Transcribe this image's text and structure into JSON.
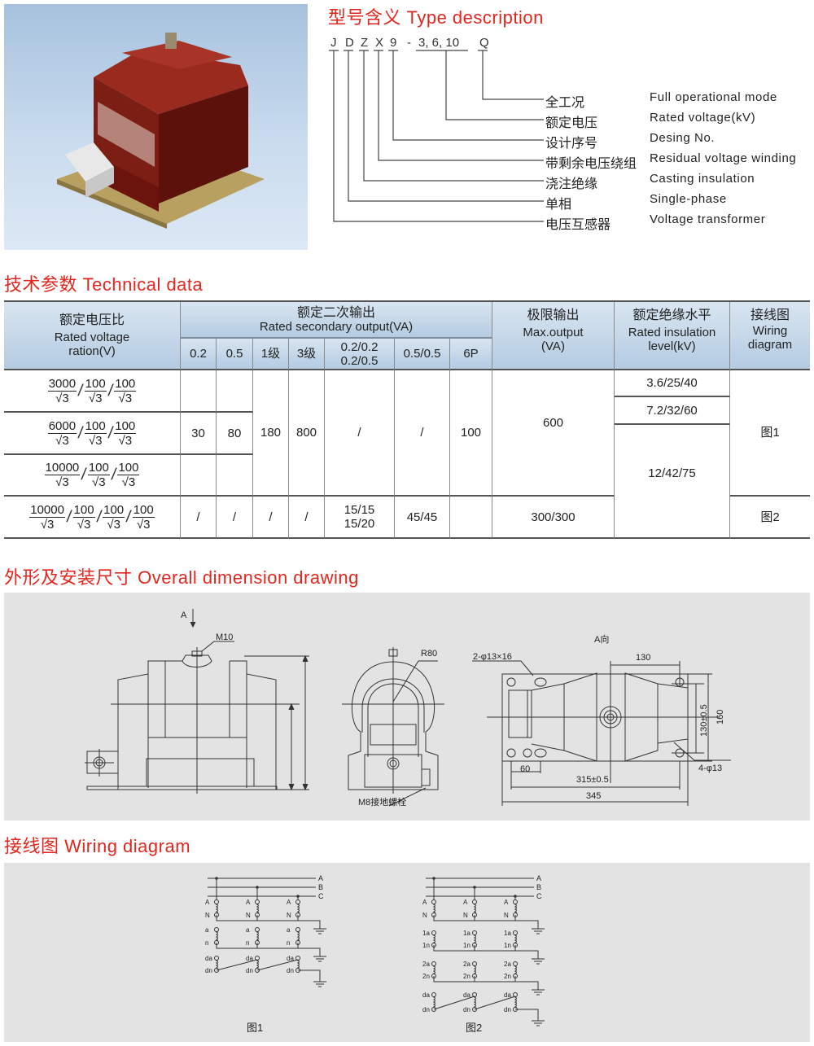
{
  "sections": {
    "type_description": "型号含义 Type description",
    "technical_data": "技术参数 Technical data",
    "dimension": "外形及安装尺寸 Overall dimension drawing",
    "wiring": "接线图 Wiring diagram"
  },
  "type_code": {
    "letters": [
      "J",
      "D",
      "Z",
      "X",
      "9",
      "-",
      "3, 6, 10",
      "Q"
    ],
    "meanings": [
      {
        "zh": "全工况",
        "en": "Full operational mode"
      },
      {
        "zh": "额定电压",
        "en": "Rated voltage(kV)"
      },
      {
        "zh": "设计序号",
        "en": "Desing No."
      },
      {
        "zh": "带剩余电压绕组",
        "en": "Residual voltage winding"
      },
      {
        "zh": "浇注绝缘",
        "en": "Casting insulation"
      },
      {
        "zh": "单相",
        "en": "Single-phase"
      },
      {
        "zh": "电压互感器",
        "en": "Voltage transformer"
      }
    ]
  },
  "table": {
    "headers": {
      "ratio_zh": "额定电压比",
      "ratio_en1": "Rated voltage",
      "ratio_en2": "ration(V)",
      "output_zh": "额定二次输出",
      "output_en": "Rated secondary output(VA)",
      "classes": [
        "0.2",
        "0.5",
        "1级",
        "3级",
        "0.2/0.2",
        "0.2/0.5",
        "0.5/0.5",
        "6P"
      ],
      "max_zh": "极限输出",
      "max_en1": "Max.output",
      "max_en2": "(VA)",
      "ins_zh": "额定绝缘水平",
      "ins_en1": "Rated insulation",
      "ins_en2": "level(kV)",
      "wiring_zh": "接线图",
      "wiring_en1": "Wiring",
      "wiring_en2": "diagram"
    },
    "ratios": [
      {
        "parts": [
          "3000",
          "100",
          "100"
        ],
        "den": "√3"
      },
      {
        "parts": [
          "6000",
          "100",
          "100"
        ],
        "den": "√3"
      },
      {
        "parts": [
          "10000",
          "100",
          "100"
        ],
        "den": "√3"
      },
      {
        "parts": [
          "10000",
          "100",
          "100",
          "100"
        ],
        "den": "√3"
      }
    ],
    "values": {
      "c02": "30",
      "c05": "80",
      "c1": "180",
      "c3": "800",
      "c0202": "/",
      "c0505": "/",
      "c6p": "100",
      "max": "600",
      "ins1": "3.6/25/40",
      "ins2": "7.2/32/60",
      "ins3": "12/42/75",
      "wiring1": "图1",
      "r4_02": "/",
      "r4_05": "/",
      "r4_1": "/",
      "r4_3": "/",
      "r4_0202a": "15/15",
      "r4_0202b": "15/20",
      "r4_0505": "45/45",
      "r4_max": "300/300",
      "wiring2": "图2"
    }
  },
  "dimension_labels": {
    "view_a_arrow": "A",
    "m10": "M10",
    "r80": "R80",
    "m8": "M8接地螺栓",
    "view_a": "A向",
    "slot": "2-φ13×16",
    "d130": "130",
    "d130t": "130±0.5",
    "d160": "160",
    "d60": "60",
    "d315": "315±0.5",
    "d345": "345",
    "holes": "4-φ13"
  },
  "wiring": {
    "bus": [
      "A",
      "B",
      "C"
    ],
    "fig1": {
      "caption": "图1",
      "terminals": [
        "A",
        "N",
        "a",
        "n",
        "da",
        "dn"
      ]
    },
    "fig2": {
      "caption": "图2",
      "terminals": [
        "A",
        "N",
        "1a",
        "1n",
        "2a",
        "2n",
        "da",
        "dn"
      ]
    }
  }
}
